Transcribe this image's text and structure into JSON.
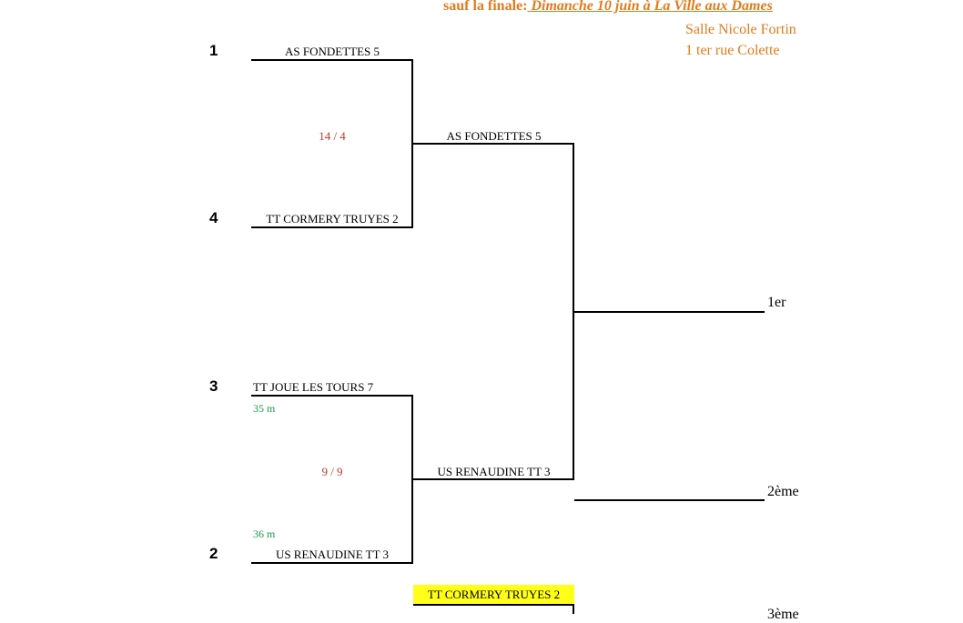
{
  "header": {
    "finale_prefix": "sauf la finale:",
    "finale_date": " Dimanche 10 juin à La Ville aux Dames",
    "venue": "Salle Nicole Fortin",
    "address": "1 ter rue Colette"
  },
  "bracket": {
    "seeds": [
      "1",
      "4",
      "3",
      "2"
    ],
    "round1": {
      "match1": {
        "top": "AS FONDETTES 5",
        "bottom": "TT CORMERY TRUYES 2",
        "score": "14 / 4"
      },
      "match2": {
        "top": "TT JOUE LES TOURS 7",
        "bottom": "US RENAUDINE TT 3",
        "score": "9 / 9",
        "top_distance": "35 m",
        "bottom_distance": "36 m"
      }
    },
    "round2": {
      "winner1": "AS FONDETTES 5",
      "winner2": "US RENAUDINE TT 3"
    },
    "places": {
      "first": "1er",
      "second": "2ème",
      "third": "3ème"
    },
    "third_place_team": "TT CORMERY TRUYES 2"
  },
  "colors": {
    "header_orange": "#e07b1f",
    "score_red": "#c0392b",
    "distance_green": "#1a9a4a",
    "highlight_yellow": "#ffff1a"
  }
}
